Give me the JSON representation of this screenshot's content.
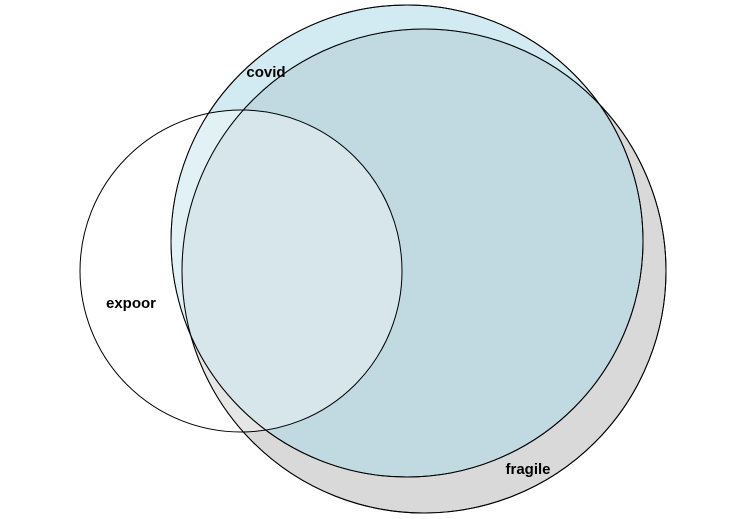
{
  "diagram": {
    "type": "venn",
    "sets": [
      {
        "id": "fragile",
        "label": "fragile",
        "fill": "#d9d9d9",
        "stroke": "#000000"
      },
      {
        "id": "covid",
        "label": "covid",
        "fill": "#add8e6",
        "stroke": "#000000"
      },
      {
        "id": "expoor",
        "label": "expoor",
        "fill": "#ffffff",
        "stroke": "#000000"
      }
    ]
  }
}
